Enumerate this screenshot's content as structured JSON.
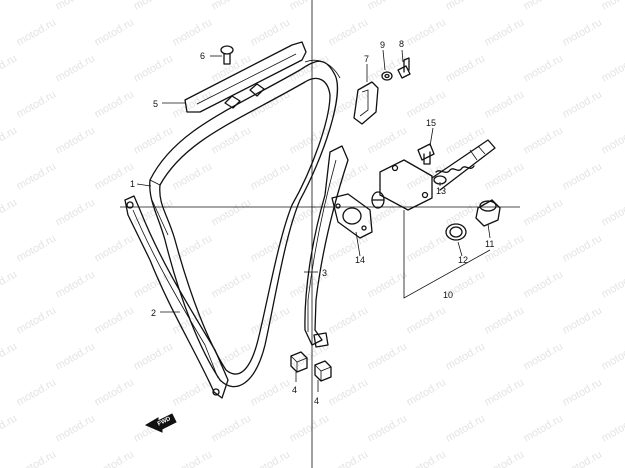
{
  "watermark": "motod.ru",
  "forward_marker": "FWD",
  "callouts": {
    "p1": "1",
    "p2": "2",
    "p3": "3",
    "p4a": "4",
    "p4b": "4",
    "p5": "5",
    "p6": "6",
    "p7": "7",
    "p8": "8",
    "p9": "9",
    "p10": "10",
    "p11": "11",
    "p12": "12",
    "p13": "13",
    "p14": "14",
    "p15": "15"
  },
  "icons": {
    "forward": "arrow-forward-icon",
    "bolt": "bolt-icon",
    "chain": "chain-icon"
  }
}
